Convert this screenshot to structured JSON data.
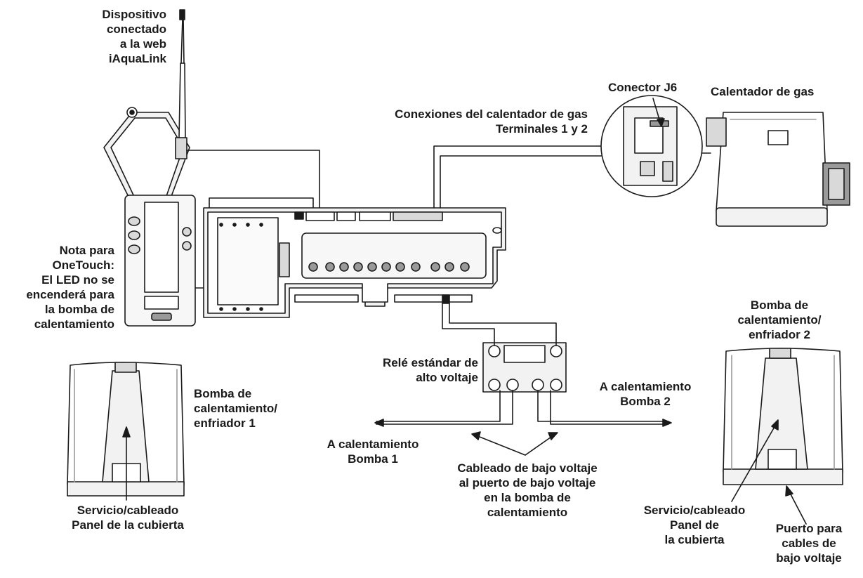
{
  "colors": {
    "ink": "#1a1a1a",
    "paper": "#ffffff",
    "fill_light": "#f2f2f2",
    "fill_mid": "#d9d9d9",
    "fill_dark": "#9a9a9a"
  },
  "labels": {
    "iaqualink": [
      "Dispositivo",
      "conectado",
      "a la web",
      "iAquaLink"
    ],
    "onetouch": [
      "Nota para",
      "OneTouch:",
      "El LED no se",
      "encenderá para",
      "la bomba de",
      "calentamiento"
    ],
    "heatpump1": [
      "Bomba de",
      "calentamiento/",
      "enfriador 1"
    ],
    "service1": [
      "Servicio/cableado",
      "Panel de la cubierta"
    ],
    "gas_connections": [
      "Conexiones del calentador de gas",
      "Terminales 1 y 2"
    ],
    "connector_j6": [
      "Conector J6"
    ],
    "gas_heater": [
      "Calentador de gas"
    ],
    "heatpump2": [
      "Bomba de",
      "calentamiento/",
      "enfriador 2"
    ],
    "relay": [
      "Relé estándar de",
      "alto voltaje"
    ],
    "to_pump2": [
      "A calentamiento",
      "Bomba 2"
    ],
    "to_pump1": [
      "A calentamiento",
      "Bomba 1"
    ],
    "low_voltage_wiring": [
      "Cableado de bajo voltaje",
      "al puerto de bajo voltaje",
      "en la bomba de",
      "calentamiento"
    ],
    "service2": [
      "Servicio/cableado",
      "Panel de",
      "la cubierta"
    ],
    "low_voltage_port": [
      "Puerto para",
      "cables de",
      "bajo voltaje"
    ]
  }
}
